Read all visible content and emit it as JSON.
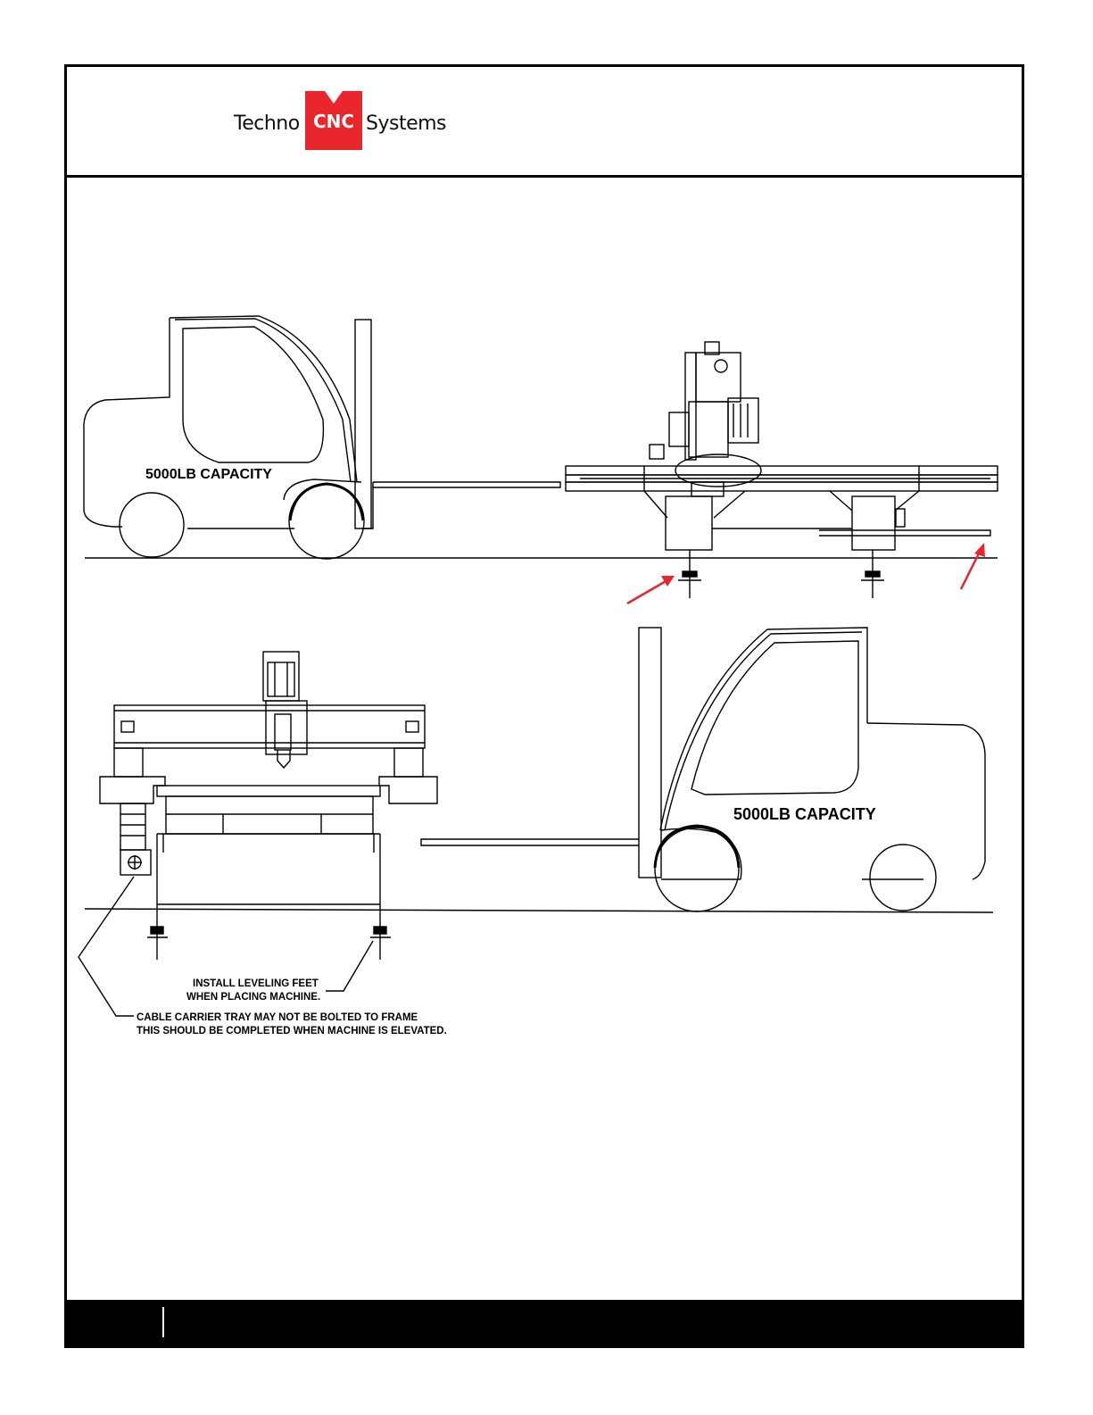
{
  "logo": {
    "left_word": "Techno",
    "box_word": "CNC",
    "right_word": "Systems",
    "accent_color": "#e8262c"
  },
  "forklift_left": {
    "capacity_label": "5000LB CAPACITY"
  },
  "forklift_right": {
    "capacity_label": "5000LB CAPACITY"
  },
  "notes": {
    "leveling_line1": "INSTALL LEVELING FEET",
    "leveling_line2": "WHEN PLACING MACHINE.",
    "cable_line1": "CABLE CARRIER TRAY MAY NOT BE BOLTED TO FRAME",
    "cable_line2": "THIS SHOULD BE COMPLETED WHEN MACHINE IS ELEVATED."
  },
  "callouts": {
    "arrow_color": "#e8262c"
  }
}
